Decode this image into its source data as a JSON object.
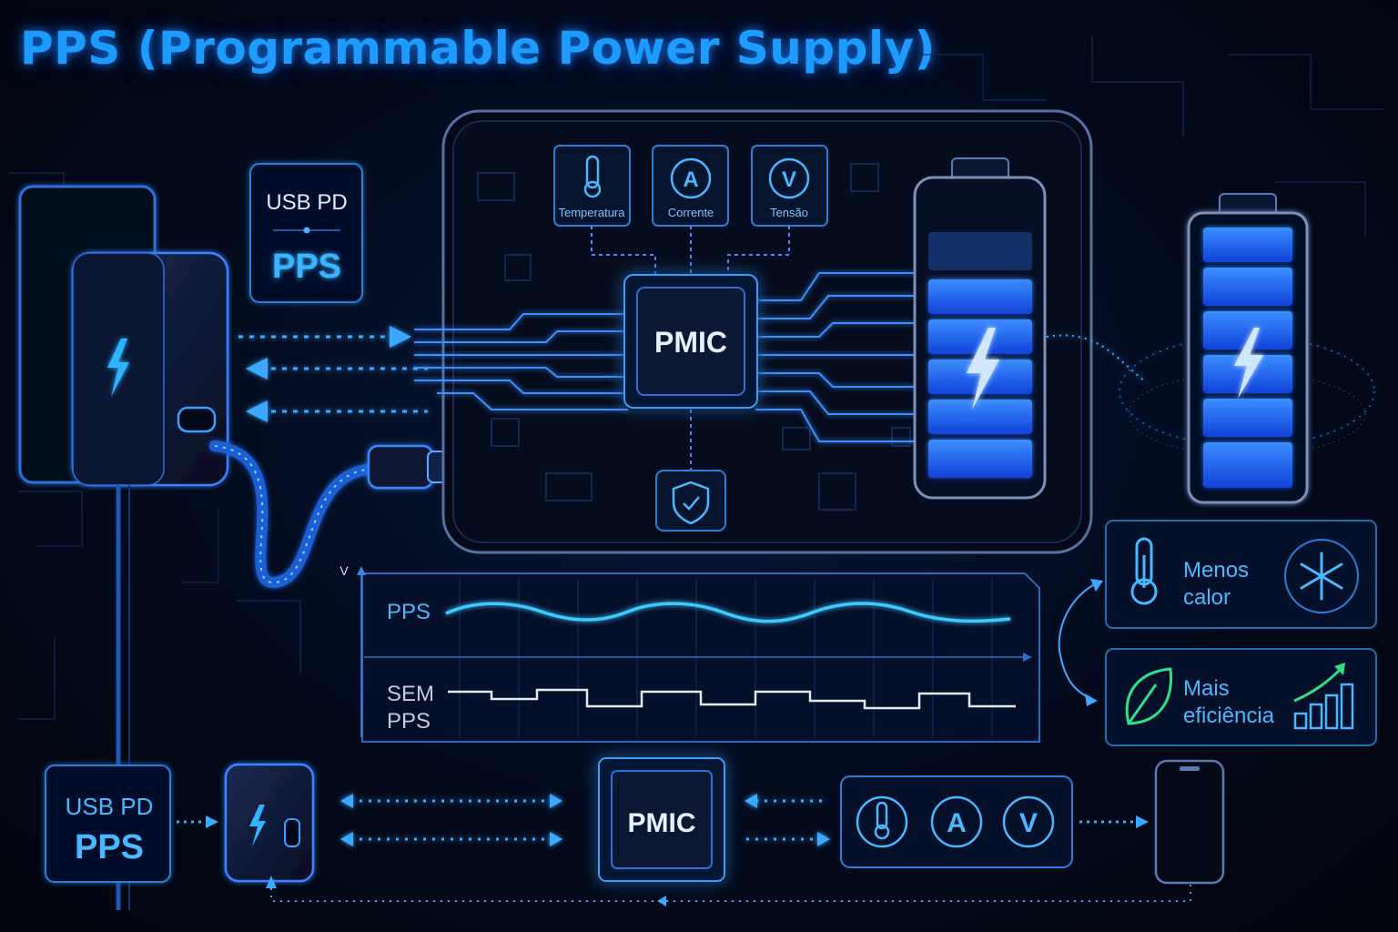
{
  "title": "PPS (Programmable Power Supply)",
  "protocol_box": {
    "line1": "USB PD",
    "line2": "PPS"
  },
  "phone": {
    "sensors": [
      {
        "icon": "thermometer-icon",
        "label": "Temperatura"
      },
      {
        "icon": "ammeter-icon",
        "symbol": "A",
        "label": "Corrente"
      },
      {
        "icon": "voltmeter-icon",
        "symbol": "V",
        "label": "Tensão"
      }
    ],
    "chip_label": "PMIC"
  },
  "graph": {
    "axis_label": "V",
    "pps_label": "PPS",
    "sem_pps_label": [
      "SEM",
      "PPS"
    ]
  },
  "benefits": [
    {
      "icon": "thermometer-icon",
      "text": [
        "Menos",
        "calor"
      ],
      "badge_icon": "snowflake-icon"
    },
    {
      "icon": "leaf-icon",
      "text": [
        "Mais",
        "eficiência"
      ],
      "badge_icon": "growth-chart-icon"
    }
  ],
  "flow": {
    "protocol": {
      "line1": "USB PD",
      "line2": "PPS"
    },
    "chip_label": "PMIC",
    "sensor_symbols": [
      "A",
      "V"
    ]
  },
  "colors": {
    "primary": "#1e9bff",
    "glow": "#2f8cff",
    "cyan": "#3fd0ff",
    "green": "#2ee08a",
    "panel_border": "#1f6fae"
  }
}
